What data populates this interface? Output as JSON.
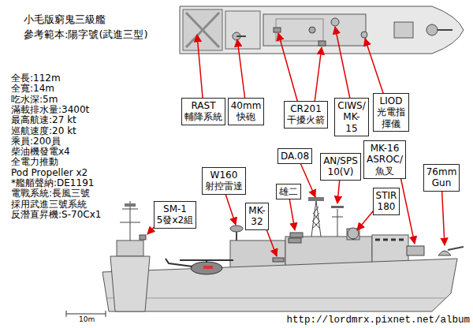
{
  "diagram": {
    "title": "小毛版窮鬼三級艦",
    "nodes": [
      {
        "text": [
          "RAST 輔降系統"
        ]
      },
      {
        "text": [
          "40mm 快砲"
        ]
      },
      {
        "text": [
          "CR201 干擾火箭"
        ]
      },
      {
        "text": [
          "CIWS/ MK-15"
        ]
      },
      {
        "text": [
          "LIOD 光電指揮儀"
        ]
      },
      {
        "text": [
          "DA.08"
        ]
      },
      {
        "text": [
          "AN/SPS 10(V)"
        ]
      },
      {
        "text": [
          "MK-16 ASROC/ 魚叉"
        ]
      },
      {
        "text": [
          "76mm Gun"
        ]
      },
      {
        "text": [
          "W160 射控雷達"
        ]
      },
      {
        "text": [
          "STIR 180"
        ]
      },
      {
        "text": [
          "雄二"
        ]
      },
      {
        "text": [
          "MK-32"
        ]
      },
      {
        "text": [
          "SM-1 5發x2組"
        ]
      }
    ],
    "labels": [
      "參考範本:陽字號(武進三型)",
      "全長:112m",
      "全寬:14m",
      "吃水深:5m",
      "滿載排水量:3400t",
      "最高航速:27 kt",
      "巡航速度:20 kt",
      "乘員:200員",
      "柴油機發電x4",
      "全電力推動",
      "Pod Propeller x2",
      "*艦艏聲納:DE1191",
      "電戰系統:長風三號",
      "採用武進三號系統",
      "反潛直昇機:S-70Cx1",
      "10m",
      "http://lordmrx.pixnet.net/album"
    ]
  }
}
